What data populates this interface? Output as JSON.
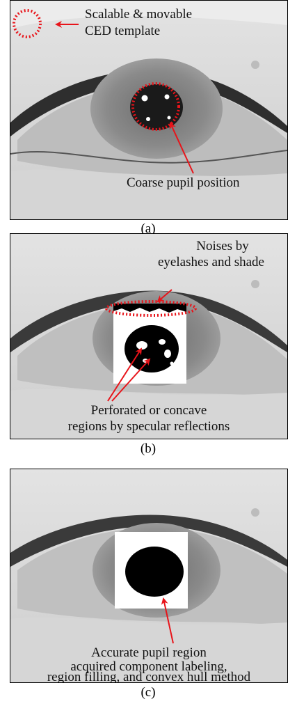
{
  "panels": [
    {
      "caption": "(a)",
      "annotations": {
        "template_line1": "Scalable & movable",
        "template_line2": "CED template",
        "pupil": "Coarse pupil position"
      }
    },
    {
      "caption": "(b)",
      "annotations": {
        "noise_line1": "Noises by",
        "noise_line2": "eyelashes and shade",
        "perforated_line1": "Perforated or concave",
        "perforated_line2": "regions by specular reflections"
      }
    },
    {
      "caption": "(c)",
      "annotations": {
        "accurate_line1": "Accurate pupil region",
        "accurate_line2": "acquired component labeling,",
        "accurate_line3": "region filling, and convex hull method"
      }
    }
  ],
  "colors": {
    "annotation_red": "#e8141a",
    "binary_black": "#000000",
    "binary_white": "#ffffff"
  }
}
